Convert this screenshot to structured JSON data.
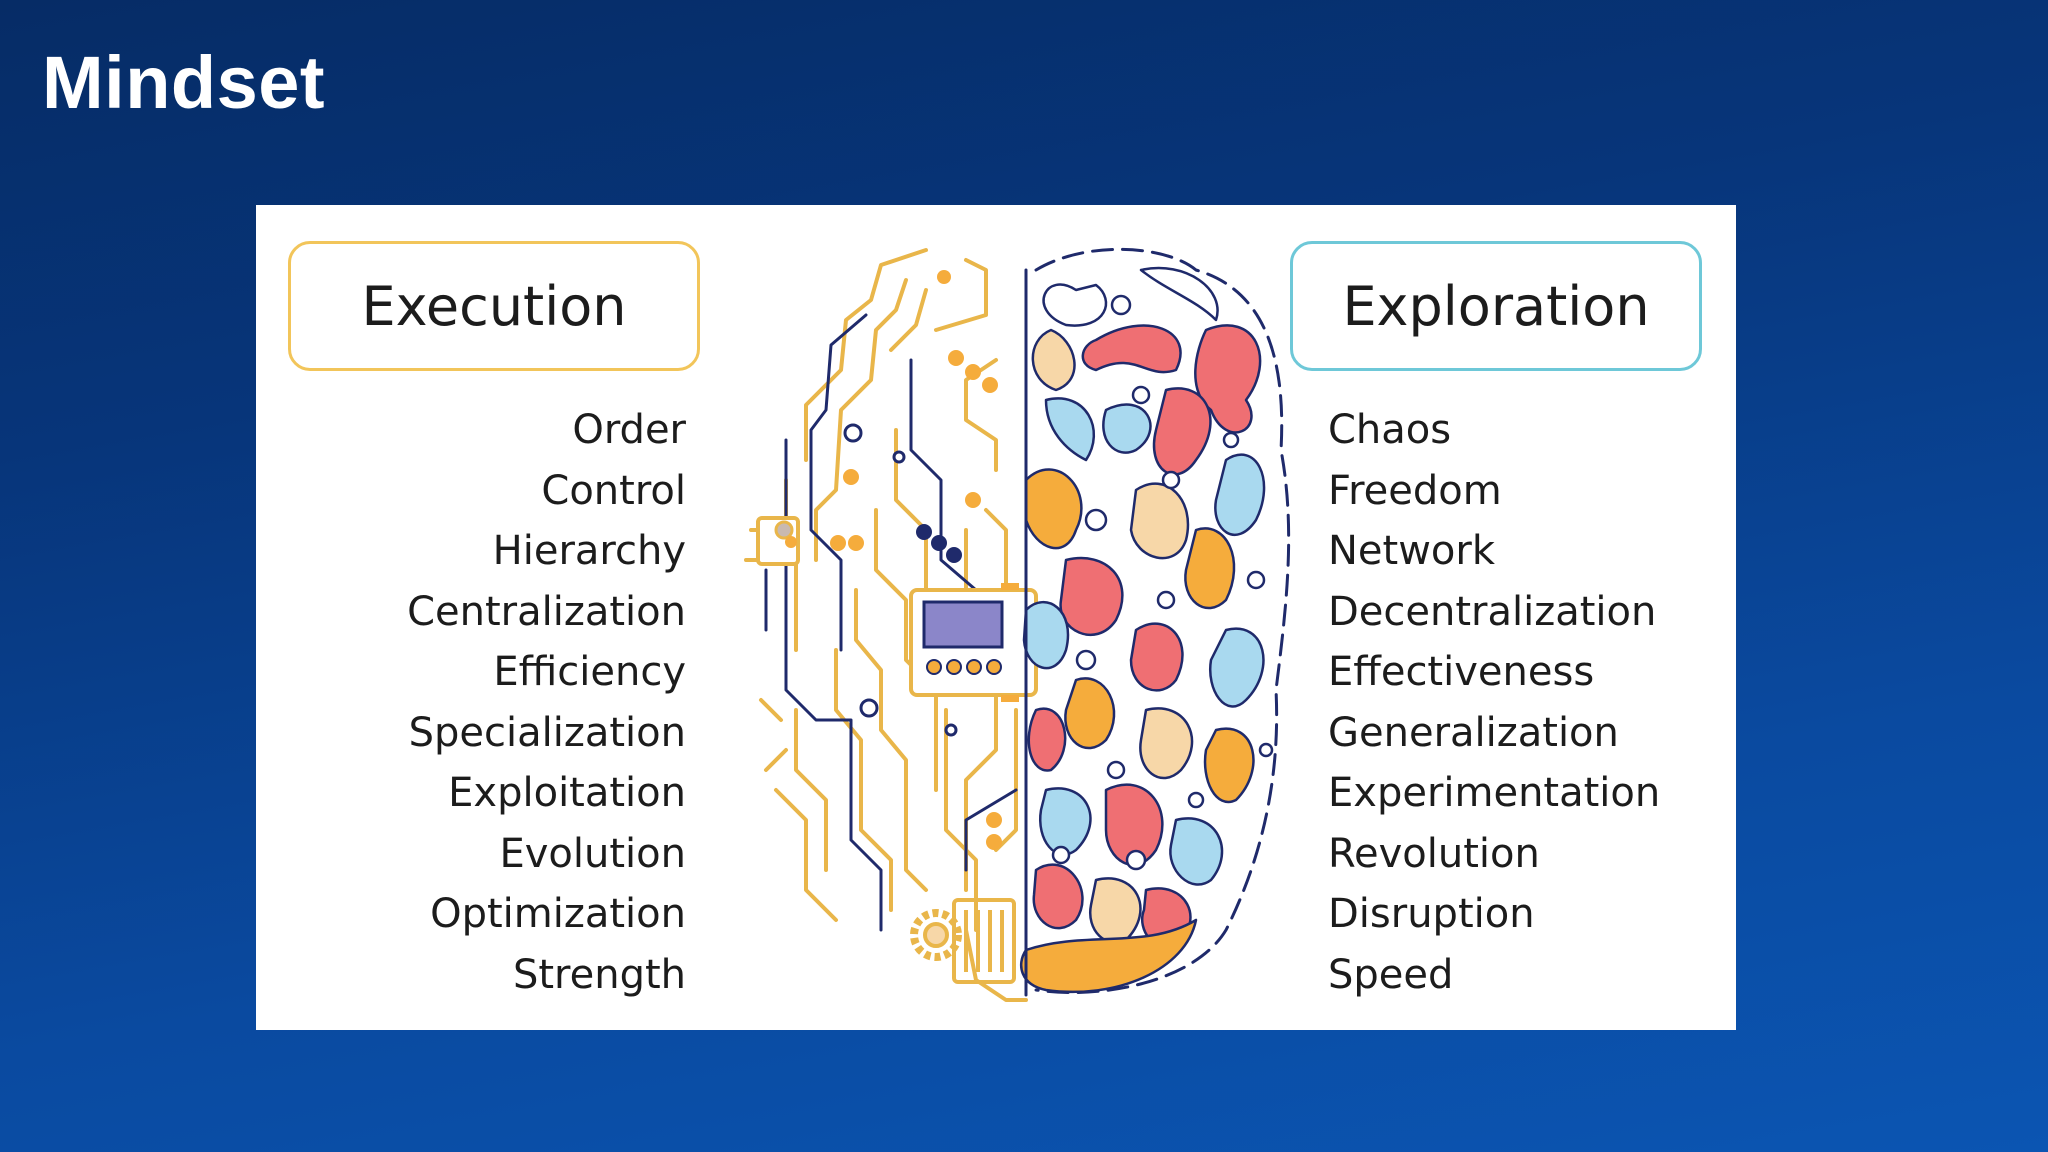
{
  "slide": {
    "title": "Mindset"
  },
  "execution": {
    "label": "Execution",
    "items": [
      "Order",
      "Control",
      "Hierarchy",
      "Centralization",
      "Efficiency",
      "Specialization",
      "Exploitation",
      "Evolution",
      "Optimization",
      "Strength"
    ]
  },
  "exploration": {
    "label": "Exploration",
    "items": [
      "Chaos",
      "Freedom",
      "Network",
      "Decentralization",
      "Effectiveness",
      "Generalization",
      "Experimentation",
      "Revolution",
      "Disruption",
      "Speed"
    ]
  },
  "colors": {
    "execution_accent": "#f2c55a",
    "exploration_accent": "#6ec8d8",
    "circuit_line": "#e9b64a",
    "circuit_dark": "#1f2a6b",
    "blob_red": "#ef6f73",
    "blob_orange": "#f5ac3c",
    "blob_blue": "#a9d9ef",
    "blob_peach": "#f7d7a8"
  }
}
